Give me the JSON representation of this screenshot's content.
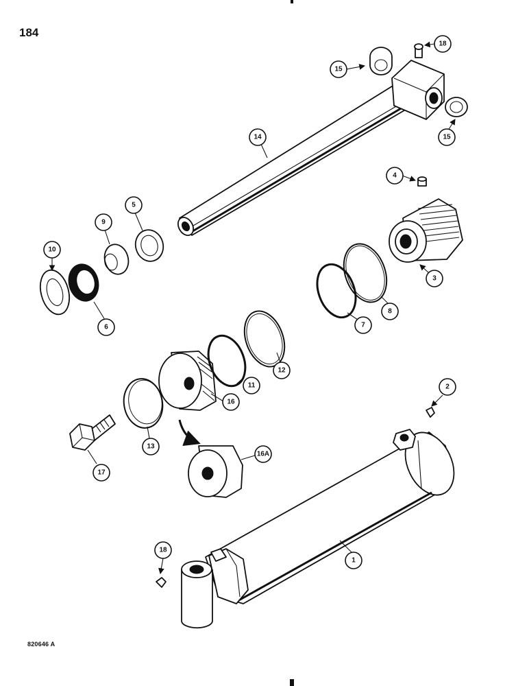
{
  "page_number": "184",
  "figure_code": "820646 A",
  "callouts": [
    {
      "id": "c18a",
      "label": "18"
    },
    {
      "id": "c15a",
      "label": "15"
    },
    {
      "id": "c15b",
      "label": "15"
    },
    {
      "id": "c14",
      "label": "14"
    },
    {
      "id": "c4",
      "label": "4"
    },
    {
      "id": "c3",
      "label": "3"
    },
    {
      "id": "c5",
      "label": "5"
    },
    {
      "id": "c9",
      "label": "9"
    },
    {
      "id": "c10",
      "label": "10"
    },
    {
      "id": "c6",
      "label": "6"
    },
    {
      "id": "c7",
      "label": "7"
    },
    {
      "id": "c8",
      "label": "8"
    },
    {
      "id": "c12",
      "label": "12"
    },
    {
      "id": "c11",
      "label": "11"
    },
    {
      "id": "c16",
      "label": "16"
    },
    {
      "id": "c2",
      "label": "2"
    },
    {
      "id": "c13",
      "label": "13"
    },
    {
      "id": "c17",
      "label": "17"
    },
    {
      "id": "c16a",
      "label": "16A"
    },
    {
      "id": "c18b",
      "label": "18"
    },
    {
      "id": "c1",
      "label": "1"
    }
  ]
}
